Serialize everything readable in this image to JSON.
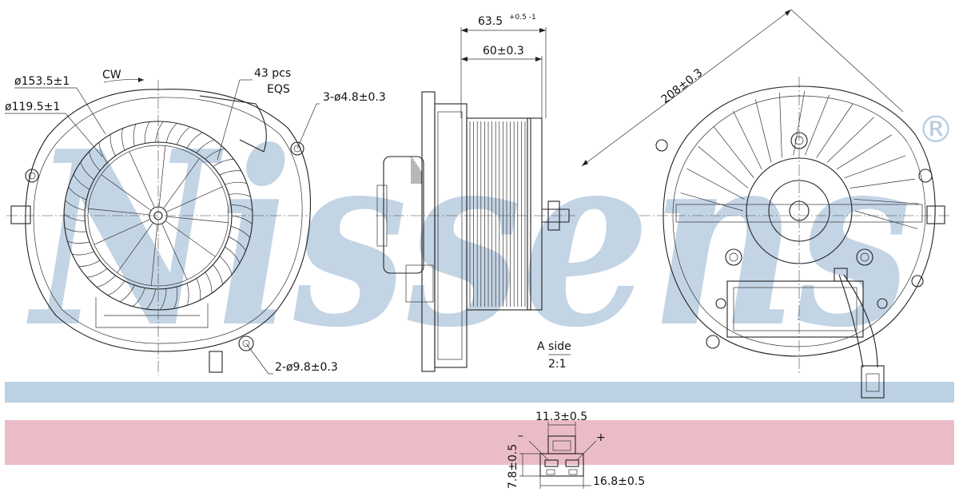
{
  "watermark": {
    "text": "Nissens",
    "registered": "®",
    "color": "#b9cde0"
  },
  "bands": {
    "blue_color": "#bcd1e4",
    "pink_color": "#ebbcc7"
  },
  "annotations": {
    "outer_dia": "ø153.5±1",
    "inner_dia": "ø119.5±1",
    "rotation": "CW",
    "blades_line1": "43 pcs",
    "blades_line2": "EQS",
    "holes_small": "3-ø4.8±0.3",
    "holes_large": "2-ø9.8±0.3",
    "depth_total": "63.5",
    "depth_total_tol": "+0.5 -1",
    "depth_motor": "60±0.3",
    "diagonal": "208±0.3",
    "view_label": "A side",
    "view_scale": "2:1",
    "conn_width": "11.3±0.5",
    "conn_height": "7.8±0.5",
    "conn_pitch": "16.8±0.5",
    "minus": "–",
    "plus": "+"
  }
}
